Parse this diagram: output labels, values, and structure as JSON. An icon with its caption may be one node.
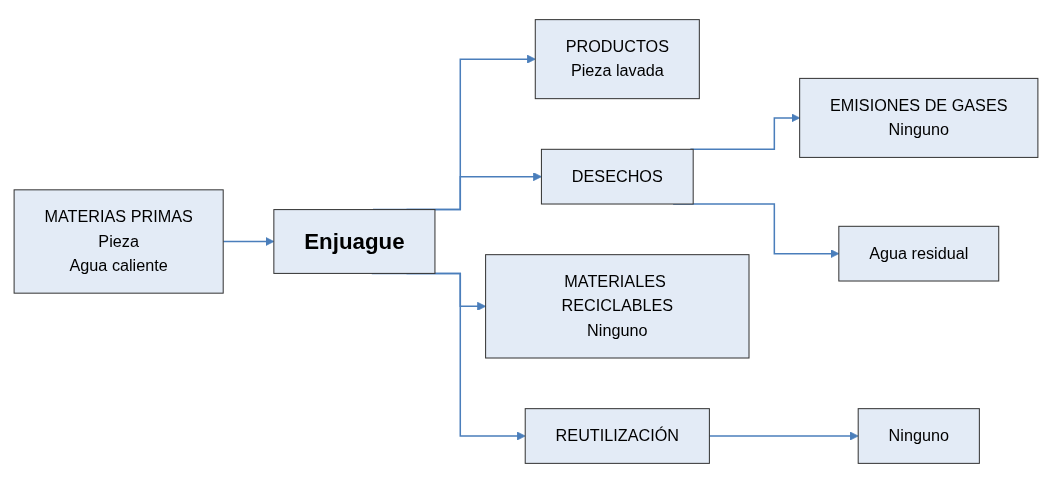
{
  "diagram": {
    "nodes": [
      {
        "text": [
          "MATERIAS PRIMAS",
          "Pieza",
          "Agua caliente"
        ]
      },
      {
        "text": [
          "PRODUCTOS",
          "Pieza lavada"
        ]
      },
      {
        "text": [
          "Enjuague"
        ]
      },
      {
        "text": [
          "EMISIONES DE GASES",
          "Ninguno"
        ]
      },
      {
        "text": [
          "DESECHOS"
        ]
      },
      {
        "text": [
          "Agua residual"
        ]
      },
      {
        "text": [
          "MATERIALES RECICLABLES",
          "Ninguno"
        ]
      },
      {
        "text": [
          "REUTILIZACIÓN"
        ]
      },
      {
        "text": [
          "Ninguno"
        ]
      }
    ],
    "edges": [
      {
        "from": 0,
        "to": 2,
        "arrow": "to"
      },
      {
        "from": 2,
        "to": 1,
        "arrow": "to"
      },
      {
        "from": 2,
        "to": 4,
        "arrow": "to"
      },
      {
        "from": 4,
        "to": 3,
        "arrow": "to"
      },
      {
        "from": 4,
        "to": 5,
        "arrow": "to"
      },
      {
        "from": 2,
        "to": 6,
        "arrow": "to"
      },
      {
        "from": 2,
        "to": 7,
        "arrow": "to"
      },
      {
        "from": 7,
        "to": 8,
        "arrow": "to"
      }
    ]
  }
}
